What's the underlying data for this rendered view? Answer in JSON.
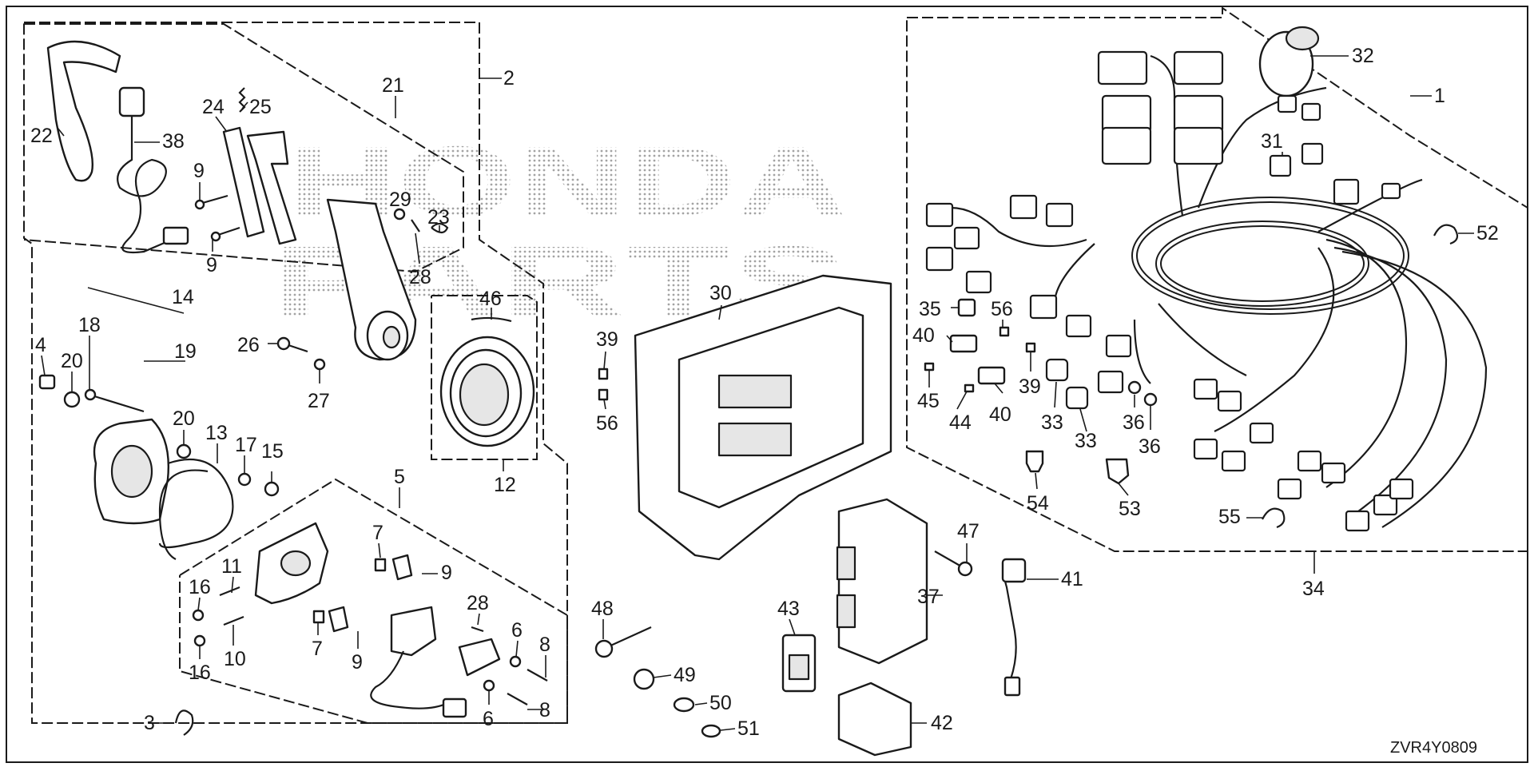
{
  "diagram": {
    "watermark_lines": [
      "HONDA",
      "PARTS"
    ],
    "drawing_code": "ZVR4Y0809",
    "callouts": [
      {
        "id": "c1",
        "text": "1"
      },
      {
        "id": "c2",
        "text": "2"
      },
      {
        "id": "c3",
        "text": "3"
      },
      {
        "id": "c4",
        "text": "4"
      },
      {
        "id": "c5",
        "text": "5"
      },
      {
        "id": "c6a",
        "text": "6"
      },
      {
        "id": "c6b",
        "text": "6"
      },
      {
        "id": "c7a",
        "text": "7"
      },
      {
        "id": "c7b",
        "text": "7"
      },
      {
        "id": "c8a",
        "text": "8"
      },
      {
        "id": "c8b",
        "text": "8"
      },
      {
        "id": "c9a",
        "text": "9"
      },
      {
        "id": "c9b",
        "text": "9"
      },
      {
        "id": "c9c",
        "text": "9"
      },
      {
        "id": "c9d",
        "text": "9"
      },
      {
        "id": "c10",
        "text": "10"
      },
      {
        "id": "c11",
        "text": "11"
      },
      {
        "id": "c12",
        "text": "12"
      },
      {
        "id": "c13",
        "text": "13"
      },
      {
        "id": "c14",
        "text": "14"
      },
      {
        "id": "c15",
        "text": "15"
      },
      {
        "id": "c16a",
        "text": "16"
      },
      {
        "id": "c16b",
        "text": "16"
      },
      {
        "id": "c17",
        "text": "17"
      },
      {
        "id": "c18",
        "text": "18"
      },
      {
        "id": "c19",
        "text": "19"
      },
      {
        "id": "c20a",
        "text": "20"
      },
      {
        "id": "c20b",
        "text": "20"
      },
      {
        "id": "c21",
        "text": "21"
      },
      {
        "id": "c22",
        "text": "22"
      },
      {
        "id": "c23",
        "text": "23"
      },
      {
        "id": "c24",
        "text": "24"
      },
      {
        "id": "c25",
        "text": "25"
      },
      {
        "id": "c26",
        "text": "26"
      },
      {
        "id": "c27",
        "text": "27"
      },
      {
        "id": "c28a",
        "text": "28"
      },
      {
        "id": "c28b",
        "text": "28"
      },
      {
        "id": "c29",
        "text": "29"
      },
      {
        "id": "c30",
        "text": "30"
      },
      {
        "id": "c31",
        "text": "31"
      },
      {
        "id": "c32",
        "text": "32"
      },
      {
        "id": "c33a",
        "text": "33"
      },
      {
        "id": "c33b",
        "text": "33"
      },
      {
        "id": "c34",
        "text": "34"
      },
      {
        "id": "c35",
        "text": "35"
      },
      {
        "id": "c36a",
        "text": "36"
      },
      {
        "id": "c36b",
        "text": "36"
      },
      {
        "id": "c37",
        "text": "37"
      },
      {
        "id": "c38",
        "text": "38"
      },
      {
        "id": "c39a",
        "text": "39"
      },
      {
        "id": "c39b",
        "text": "39"
      },
      {
        "id": "c40a",
        "text": "40"
      },
      {
        "id": "c40b",
        "text": "40"
      },
      {
        "id": "c41",
        "text": "41"
      },
      {
        "id": "c42",
        "text": "42"
      },
      {
        "id": "c43",
        "text": "43"
      },
      {
        "id": "c44",
        "text": "44"
      },
      {
        "id": "c45",
        "text": "45"
      },
      {
        "id": "c46",
        "text": "46"
      },
      {
        "id": "c47",
        "text": "47"
      },
      {
        "id": "c48",
        "text": "48"
      },
      {
        "id": "c49",
        "text": "49"
      },
      {
        "id": "c50",
        "text": "50"
      },
      {
        "id": "c51",
        "text": "51"
      },
      {
        "id": "c52",
        "text": "52"
      },
      {
        "id": "c53",
        "text": "53"
      },
      {
        "id": "c54",
        "text": "54"
      },
      {
        "id": "c55",
        "text": "55"
      },
      {
        "id": "c56a",
        "text": "56"
      },
      {
        "id": "c56b",
        "text": "56"
      }
    ]
  }
}
